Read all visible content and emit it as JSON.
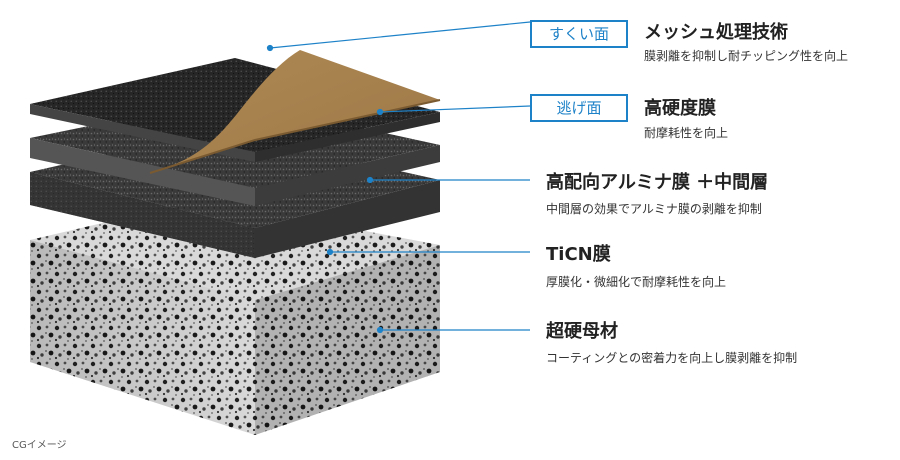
{
  "layers": [
    {
      "tag": "すくい面",
      "title": "メッシュ処理技術",
      "desc": "膜剥離を抑制し耐チッピング性を向上"
    },
    {
      "tag": "逃げ面",
      "title": "高硬度膜",
      "desc": "耐摩耗性を向上"
    },
    {
      "tag": "",
      "title": "高配向アルミナ膜 ＋中間層",
      "desc": "中間層の効果でアルミナ膜の剥離を抑制"
    },
    {
      "tag": "",
      "title": "TiCN膜",
      "desc": "厚膜化・微細化で耐摩耗性を向上"
    },
    {
      "tag": "",
      "title": "超硬母材",
      "desc": "コーティングとの密着力を向上し膜剥離を抑制"
    }
  ],
  "caption": "CGイメージ",
  "colors": {
    "accent": "#1e82c8",
    "coating": "#a8814e"
  }
}
